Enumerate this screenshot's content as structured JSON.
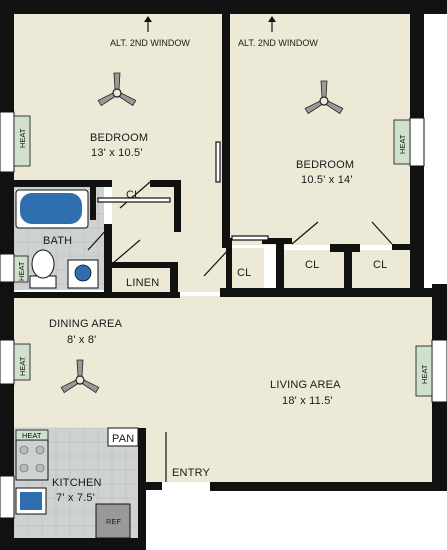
{
  "plan": {
    "colors": {
      "floor": "#ece9d6",
      "wall": "#111111",
      "tile": "#cfd2d2",
      "tile_grid": "#b9bcbc",
      "tub": "#2f6fb0",
      "heater": "#cfe0cd",
      "fixture": "#ffffff"
    },
    "rooms": {
      "bedroom_left": {
        "name": "BEDROOM",
        "dims": "13' x 10.5'"
      },
      "bedroom_right": {
        "name": "BEDROOM",
        "dims": "10.5' x 14'"
      },
      "bath": {
        "name": "BATH"
      },
      "dining": {
        "name": "DINING AREA",
        "dims": "8' x 8'"
      },
      "living": {
        "name": "LIVING AREA",
        "dims": "18' x 11.5'"
      },
      "kitchen": {
        "name": "KITCHEN",
        "dims": "7' x 7.5'"
      }
    },
    "closets": {
      "bedroom_left": "CL",
      "hall": "CL",
      "bedroom_right_a": "CL",
      "bedroom_right_b": "CL",
      "linen": "LINEN",
      "pantry": "PAN"
    },
    "windows": {
      "left_bedroom_top": "ALT. 2ND WINDOW",
      "right_bedroom_top": "ALT. 2ND WINDOW"
    },
    "heat": {
      "bedroom_left": "HEAT",
      "bedroom_right": "HEAT",
      "bath": "HEAT",
      "dining": "HEAT",
      "living": "HEAT",
      "kitchen": "HEAT"
    },
    "entry": "ENTRY",
    "fridge": "REF",
    "fan_icons": [
      "ceiling-fan-icon",
      "ceiling-fan-icon",
      "ceiling-fan-icon"
    ],
    "arrow_icon": "arrow-up-icon"
  }
}
